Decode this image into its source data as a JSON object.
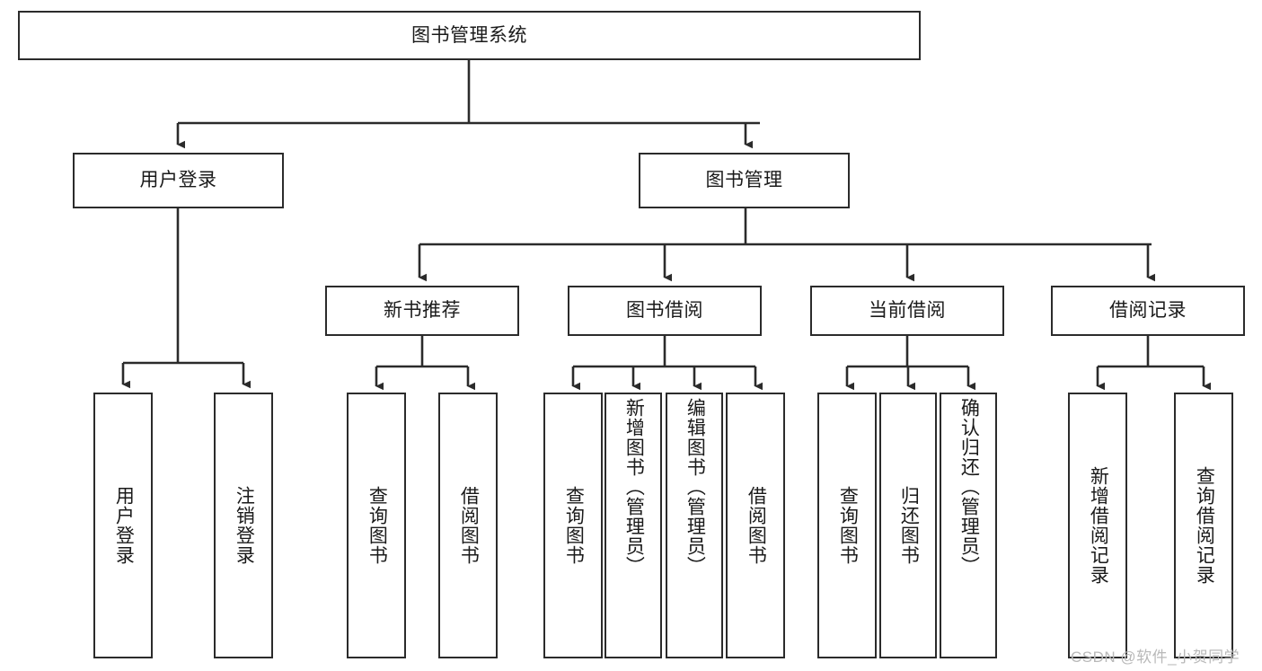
{
  "diagram": {
    "type": "tree",
    "title": "图书管理系统",
    "orientation": "top-down",
    "colors": {
      "box_border": "#2b2b2b",
      "box_fill": "#ffffff",
      "edge": "#2b2b2b",
      "text": "#1a1a1a",
      "watermark": "#b9b9b9",
      "background": "#ffffff"
    }
  },
  "root": {
    "label": "图书管理系统"
  },
  "level2": [
    {
      "label": "用户登录"
    },
    {
      "label": "图书管理"
    }
  ],
  "level3": [
    {
      "label": "新书推荐"
    },
    {
      "label": "图书借阅"
    },
    {
      "label": "当前借阅"
    },
    {
      "label": "借阅记录"
    }
  ],
  "leaves": {
    "user_login": [
      {
        "label": "用户登录"
      },
      {
        "label": "注销登录"
      }
    ],
    "new_book_recommend": [
      {
        "label": "查询图书"
      },
      {
        "label": "借阅图书"
      }
    ],
    "book_borrow": [
      {
        "label": "查询图书"
      },
      {
        "label": "新增图书（管理员）"
      },
      {
        "label": "编辑图书（管理员）"
      },
      {
        "label": "借阅图书"
      }
    ],
    "current_borrow": [
      {
        "label": "查询图书"
      },
      {
        "label": "归还图书"
      },
      {
        "label": "确认归还（管理员）"
      }
    ],
    "borrow_record": [
      {
        "label": "新增借阅记录"
      },
      {
        "label": "查询借阅记录"
      }
    ]
  },
  "watermark": {
    "text": "CSDN @软件_小贺同学"
  }
}
